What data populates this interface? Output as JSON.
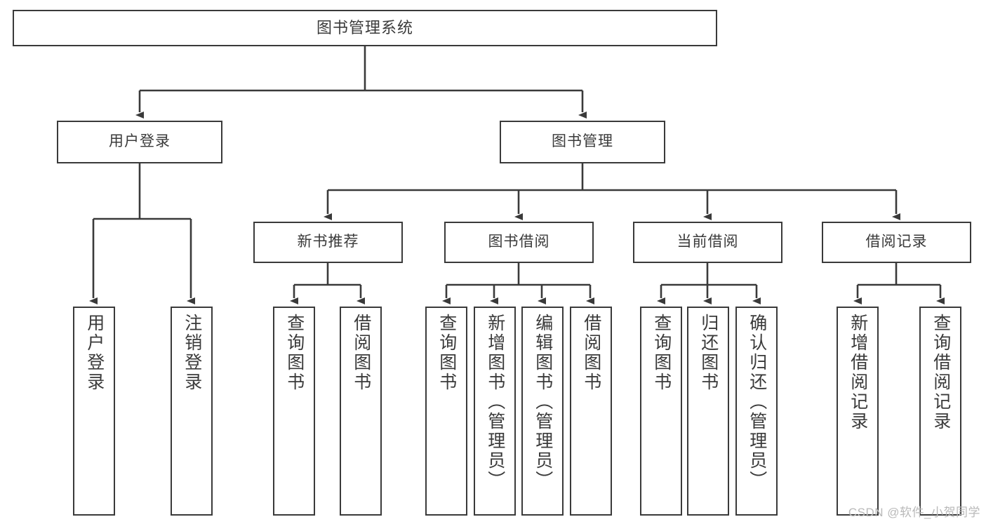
{
  "diagram": {
    "title": "图书管理系统",
    "watermark": "CSDN @软件_小贺同学",
    "colors": {
      "border": "#3a3a3a",
      "text": "#3a3a3a",
      "background": "#ffffff",
      "watermark": "#b9b9b9"
    },
    "root": {
      "label": "图书管理系统"
    },
    "level1": [
      {
        "label": "用户登录"
      },
      {
        "label": "图书管理"
      }
    ],
    "level2": [
      {
        "label": "新书推荐"
      },
      {
        "label": "图书借阅"
      },
      {
        "label": "当前借阅"
      },
      {
        "label": "借阅记录"
      }
    ],
    "leaves": {
      "user_login": [
        {
          "label": "用户登录"
        },
        {
          "label": "注销登录"
        }
      ],
      "new_book_recommend": [
        {
          "label": "查询图书"
        },
        {
          "label": "借阅图书"
        }
      ],
      "book_borrow": [
        {
          "label": "查询图书"
        },
        {
          "label": "新增图书（管理员）"
        },
        {
          "label": "编辑图书（管理员）"
        },
        {
          "label": "借阅图书"
        }
      ],
      "current_borrow": [
        {
          "label": "查询图书"
        },
        {
          "label": "归还图书"
        },
        {
          "label": "确认归还（管理员）"
        }
      ],
      "borrow_record": [
        {
          "label": "新增借阅记录"
        },
        {
          "label": "查询借阅记录"
        }
      ]
    }
  }
}
